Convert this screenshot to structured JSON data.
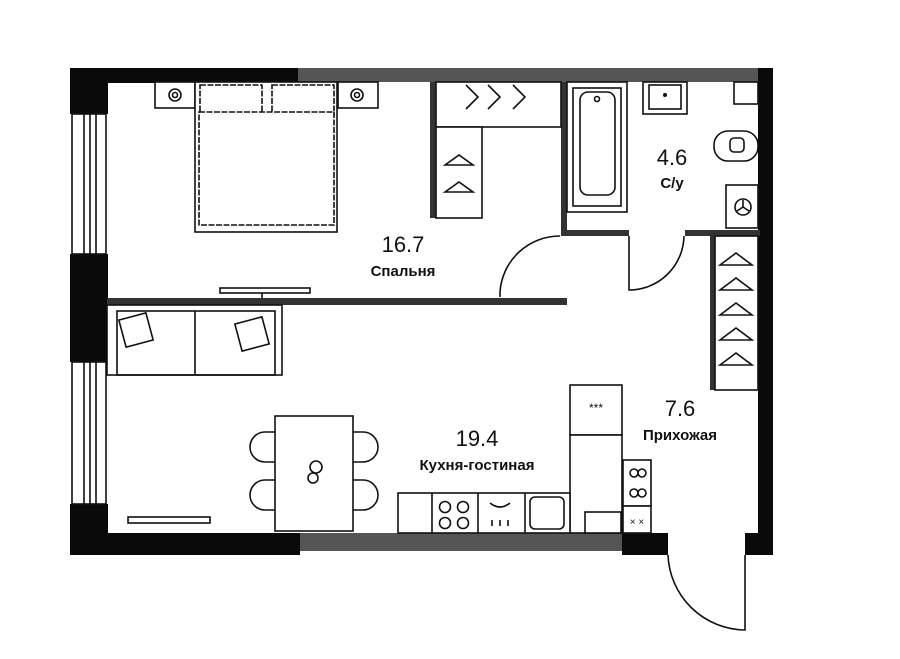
{
  "floorplan": {
    "rooms": [
      {
        "id": "bedroom",
        "area": "16.7",
        "name": "Спальня"
      },
      {
        "id": "bathroom",
        "area": "4.6",
        "name": "С/у"
      },
      {
        "id": "hallway",
        "area": "7.6",
        "name": "Прихожая"
      },
      {
        "id": "kitchen-living",
        "area": "19.4",
        "name": "Кухня-гостиная"
      }
    ],
    "colors": {
      "wall": "#0a0a0a",
      "partition": "#555555",
      "line": "#111111",
      "background": "#ffffff"
    }
  }
}
